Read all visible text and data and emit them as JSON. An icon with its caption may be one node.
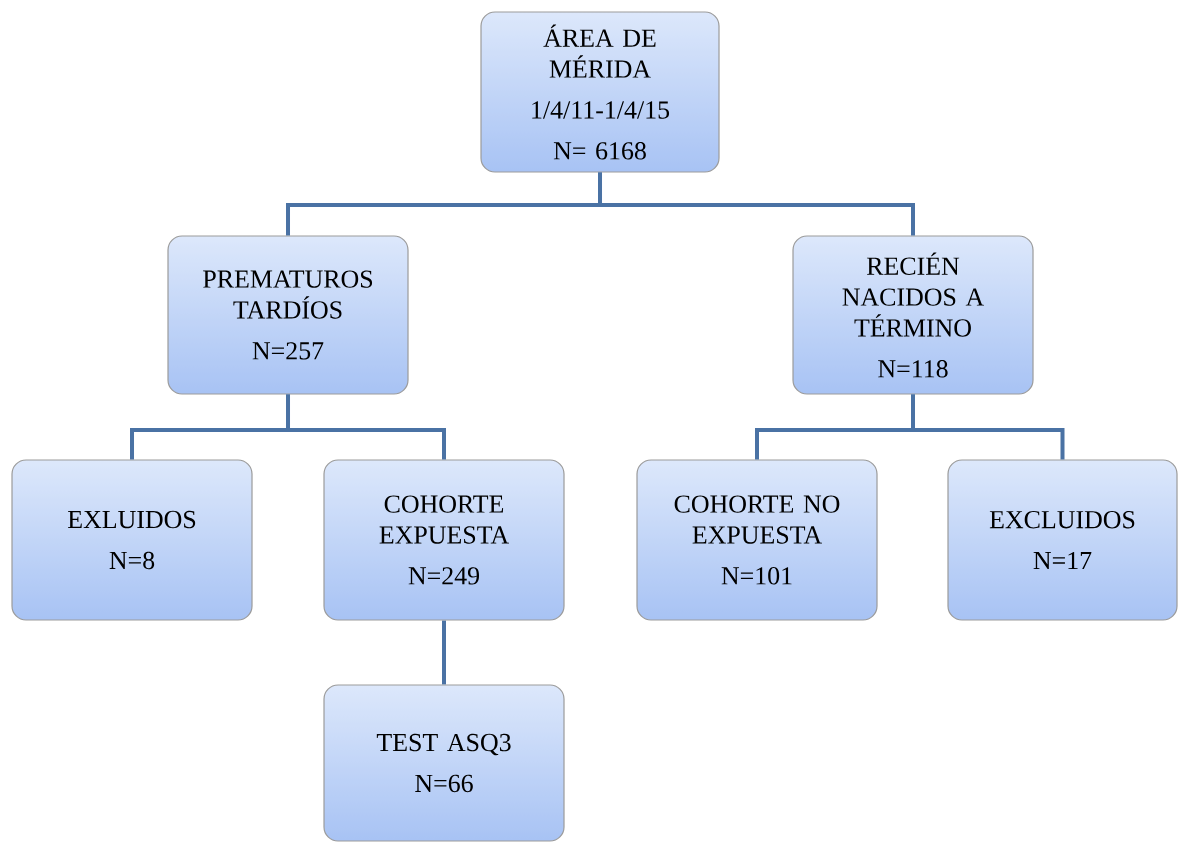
{
  "diagram": {
    "nodes": [
      {
        "text": [
          "ÁREA DE MÉRIDA",
          "1/4/11-1/4/15",
          "N= 6168"
        ]
      },
      {
        "text": [
          "PREMATUROS TARDÍOS",
          "N=257"
        ]
      },
      {
        "text": [
          "RECIÉN NACIDOS A TÉRMINO",
          "N=118"
        ]
      },
      {
        "text": [
          "EXLUIDOS",
          "N=8"
        ]
      },
      {
        "text": [
          "COHORTE EXPUESTA",
          "N=249"
        ]
      },
      {
        "text": [
          "COHORTE NO EXPUESTA",
          "N=101"
        ]
      },
      {
        "text": [
          "EXCLUIDOS",
          "N=17"
        ]
      },
      {
        "text": [
          "TEST ASQ3",
          "N=66"
        ]
      }
    ],
    "edges": [
      {
        "from": 0,
        "to": 1,
        "arrow": "none"
      },
      {
        "from": 0,
        "to": 2,
        "arrow": "none"
      },
      {
        "from": 1,
        "to": 3,
        "arrow": "none"
      },
      {
        "from": 1,
        "to": 4,
        "arrow": "none"
      },
      {
        "from": 2,
        "to": 5,
        "arrow": "none"
      },
      {
        "from": 2,
        "to": 6,
        "arrow": "none"
      },
      {
        "from": 4,
        "to": 7,
        "arrow": "none"
      }
    ]
  }
}
